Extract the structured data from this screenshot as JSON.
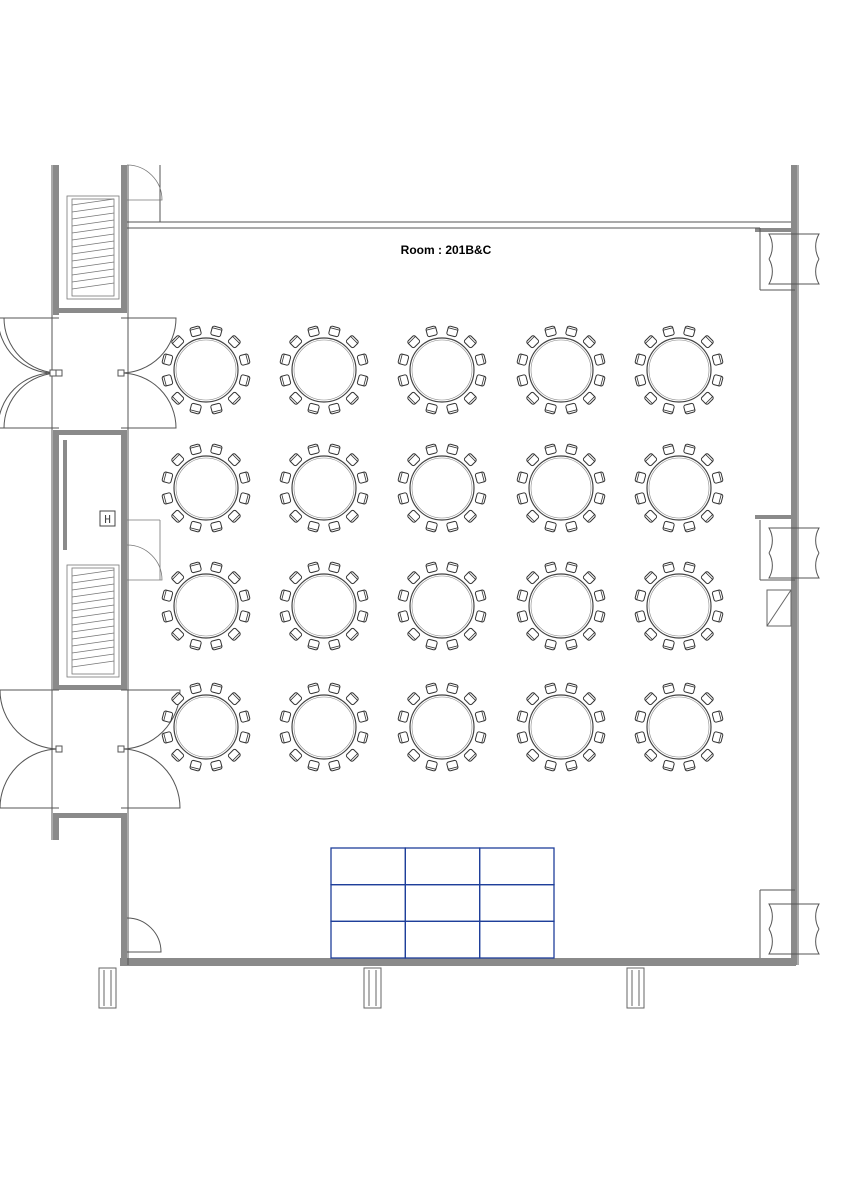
{
  "room": {
    "label": "Room : 201B&C"
  },
  "elevator": {
    "label": "H"
  },
  "colors": {
    "wall": "#808080",
    "line": "#555555",
    "stage": "#1f3f9a",
    "door": "#555555"
  },
  "layout_summary": {
    "round_tables": 20,
    "table_rows": 4,
    "table_columns": 5,
    "chairs_per_table": 12,
    "stage_grid_rows": 3,
    "stage_grid_columns": 3
  }
}
